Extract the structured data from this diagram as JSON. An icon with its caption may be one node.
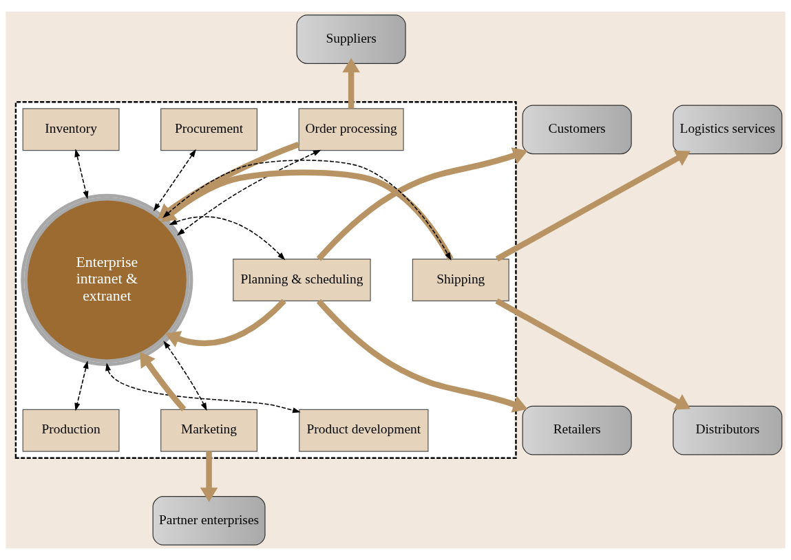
{
  "diagram": {
    "nodes": [
      {
        "text": [],
        "shape": "box"
      },
      {
        "text": [
          "Suppliers"
        ]
      },
      {
        "text": [
          "Order processing"
        ],
        "in": 0
      },
      {
        "text": [
          "Procurement"
        ],
        "in": 0
      },
      {
        "text": [
          "Inventory"
        ],
        "in": 0
      },
      {
        "text": [
          "Customers"
        ]
      },
      {
        "text": [
          "Logistics services"
        ]
      },
      {
        "text": [
          "Planning & scheduling"
        ],
        "in": 0
      },
      {
        "text": [
          "Enterprise intranet & extranet"
        ],
        "in": 0
      },
      {
        "text": [
          "Shipping"
        ],
        "in": 0
      },
      {
        "text": [
          "Retailers"
        ]
      },
      {
        "text": [
          "Distributors"
        ]
      },
      {
        "text": [
          "Production"
        ],
        "in": 0
      },
      {
        "text": [
          "Product development"
        ],
        "in": 0
      },
      {
        "text": [
          "Marketing"
        ],
        "in": 0
      },
      {
        "text": [
          "Partner enterprises"
        ]
      }
    ],
    "edges": [
      {
        "from": 2,
        "to": 1,
        "arrow": "to"
      },
      {
        "from": 2,
        "to": 8,
        "arrow": "to"
      },
      {
        "from": 2,
        "to": 8,
        "arrow": "both",
        "style": "dashed",
        "color": "#000000"
      },
      {
        "from": 3,
        "to": 8,
        "arrow": "both",
        "style": "dashed",
        "color": "#000000"
      },
      {
        "from": 4,
        "to": 8,
        "arrow": "both",
        "style": "dashed",
        "color": "#000000"
      },
      {
        "from": 7,
        "to": 5,
        "arrow": "to"
      },
      {
        "from": 7,
        "to": 10,
        "arrow": "to"
      },
      {
        "from": 7,
        "to": 8,
        "arrow": "to"
      },
      {
        "from": 7,
        "to": 8,
        "arrow": "both",
        "style": "dashed",
        "color": "#000000"
      },
      {
        "from": 9,
        "to": 8,
        "arrow": "to"
      },
      {
        "from": 9,
        "to": 8,
        "arrow": "both",
        "style": "dashed",
        "color": "#000000"
      },
      {
        "from": 9,
        "to": 6,
        "arrow": "to"
      },
      {
        "from": 9,
        "to": 11,
        "arrow": "to"
      },
      {
        "from": 12,
        "to": 8,
        "arrow": "both",
        "style": "dashed",
        "color": "#000000"
      },
      {
        "from": 13,
        "to": 8,
        "arrow": "both",
        "style": "dashed",
        "color": "#000000"
      },
      {
        "from": 14,
        "to": 8,
        "arrow": "to"
      },
      {
        "from": 14,
        "to": 8,
        "arrow": "both",
        "style": "dashed",
        "color": "#000000"
      },
      {
        "from": 14,
        "to": 15,
        "arrow": "to"
      }
    ]
  }
}
